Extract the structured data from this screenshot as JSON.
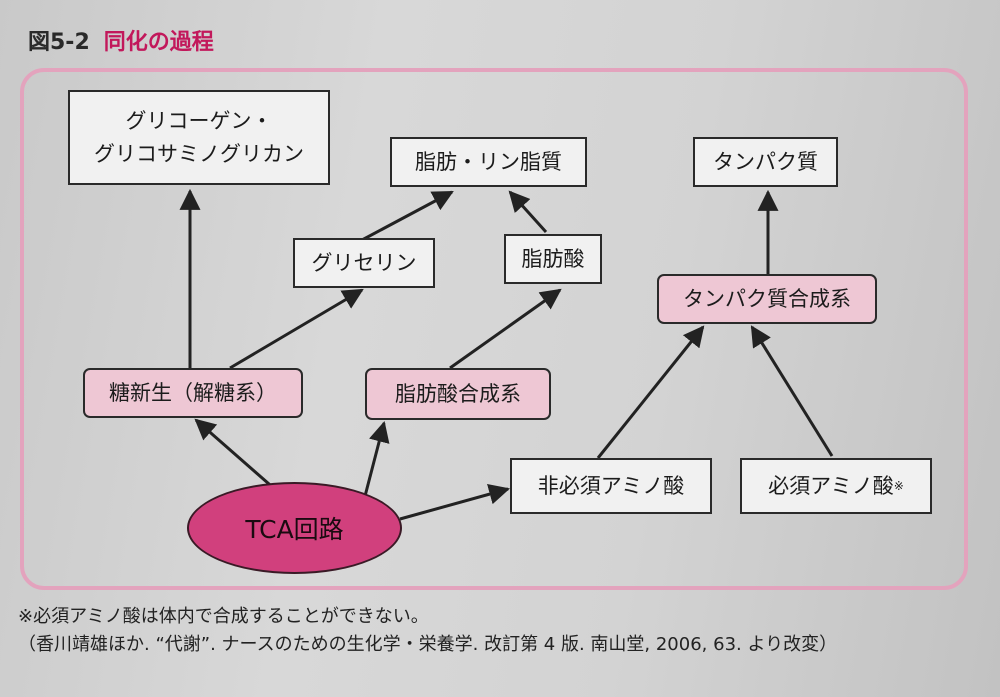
{
  "figure": {
    "number": "図5-2",
    "title": "同化の過程"
  },
  "nodes": {
    "glycogen": [
      "グリコーゲン・",
      "グリコサミノグリカン"
    ],
    "lipid": "脂肪・リン脂質",
    "protein": "タンパク質",
    "glycerin": "グリセリン",
    "fatty_acid": "脂肪酸",
    "protein_synthesis": "タンパク質合成系",
    "gluconeogenesis": "糖新生（解糖系）",
    "fatty_acid_synthesis": "脂肪酸合成系",
    "tca": "TCA回路",
    "nonessential_aa": "非必須アミノ酸",
    "essential_aa": "必須アミノ酸",
    "essential_aa_mark": "※"
  },
  "notes": {
    "footnote": "※必須アミノ酸は体内で合成することができない。",
    "source": "（香川靖雄ほか. “代謝”. ナースのための生化学・栄養学. 改訂第 4 版. 南山堂, 2006, 63. より改変）"
  }
}
